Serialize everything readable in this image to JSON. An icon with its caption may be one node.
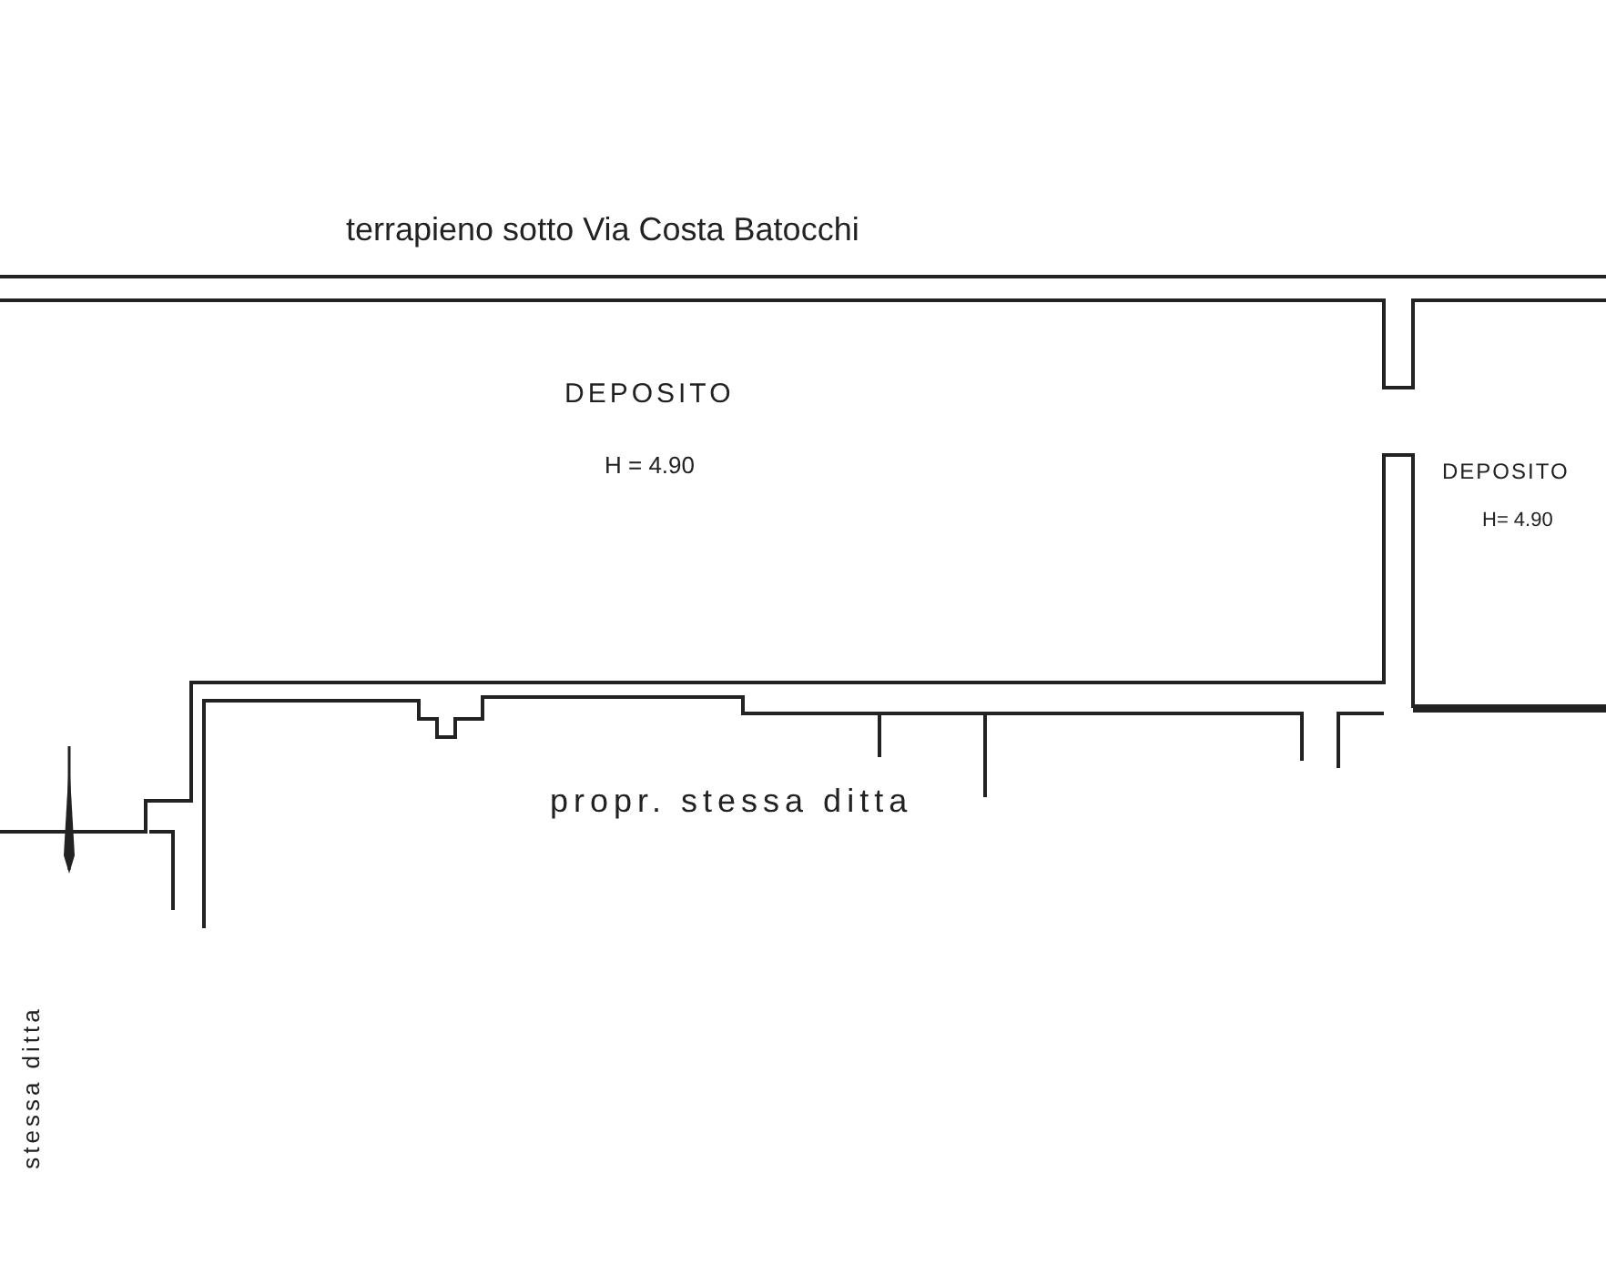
{
  "diagram": {
    "labels": [
      "terrapieno sotto Via Costa Batocchi",
      "DEPOSITO",
      "H = 4.90",
      "DEPOSITO",
      "H= 4.90",
      "propr. stessa ditta",
      "stessa ditta"
    ]
  }
}
